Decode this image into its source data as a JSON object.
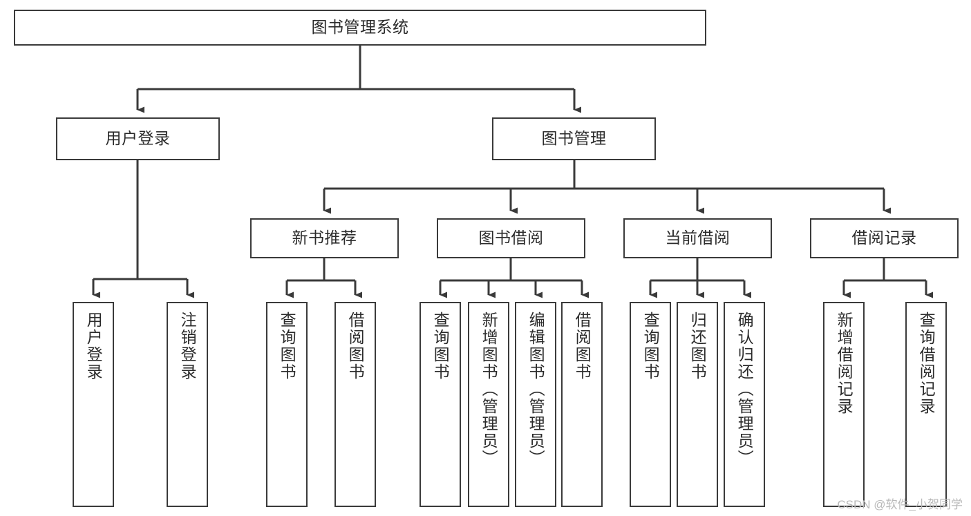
{
  "diagram": {
    "type": "tree-hierarchy-chart",
    "title_node": {
      "label": "图书管理系统"
    },
    "level2": [
      {
        "label": "用户登录"
      },
      {
        "label": "图书管理"
      }
    ],
    "level3": [
      {
        "label": "新书推荐"
      },
      {
        "label": "图书借阅"
      },
      {
        "label": "当前借阅"
      },
      {
        "label": "借阅记录"
      }
    ],
    "leaves": {
      "user_login": [
        {
          "label": "用户登录"
        },
        {
          "label": "注销登录"
        }
      ],
      "new_book_recommend": [
        {
          "label": "查询图书"
        },
        {
          "label": "借阅图书"
        }
      ],
      "book_borrow": [
        {
          "label": "查询图书"
        },
        {
          "label": "新增图书（管理员）"
        },
        {
          "label": "编辑图书（管理员）"
        },
        {
          "label": "借阅图书"
        }
      ],
      "current_borrow": [
        {
          "label": "查询图书"
        },
        {
          "label": "归还图书"
        },
        {
          "label": "确认归还（管理员）"
        }
      ],
      "borrow_records": [
        {
          "label": "新增借阅记录"
        },
        {
          "label": "查询借阅记录"
        }
      ]
    },
    "colors": {
      "stroke": "#3a3a3a",
      "fill": "#ffffff",
      "text": "#2b2b2b",
      "watermark": "#b9b9b9"
    }
  },
  "watermark": {
    "text": "CSDN @软件_小贺同学"
  }
}
